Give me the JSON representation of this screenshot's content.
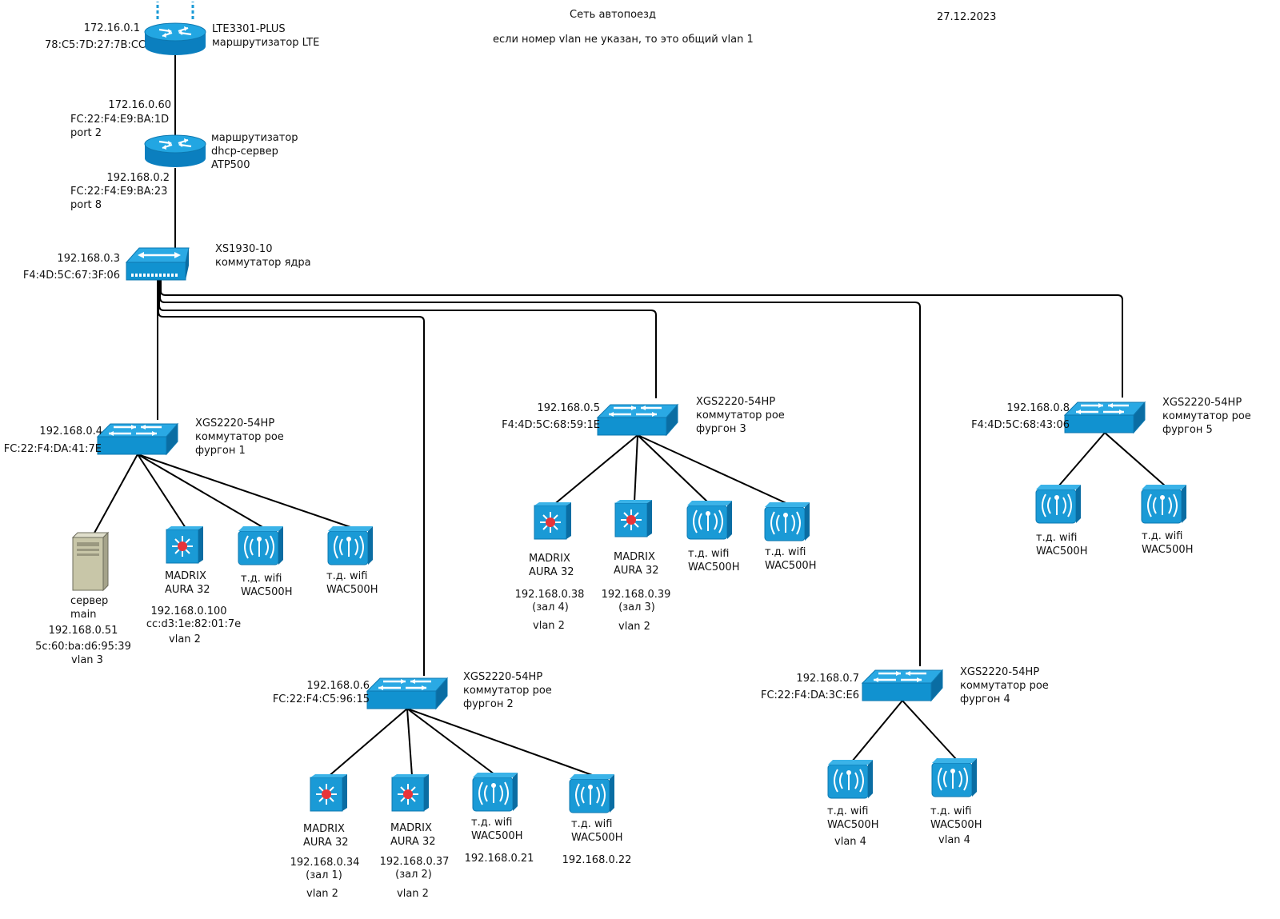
{
  "header": {
    "title": "Сеть автопоезд",
    "note": "если номер vlan не указан, то это общий vlan 1",
    "date": "27.12.2023"
  },
  "lte": {
    "ip": "172.16.0.1",
    "mac": "78:C5:7D:27:7B:CC",
    "model": "LTE3301-PLUS",
    "role": "маршрутизатор LTE"
  },
  "router_up": {
    "ip": "172.16.0.60",
    "mac": "FC:22:F4:E9:BA:1D",
    "port": "port 2"
  },
  "router": {
    "role": "маршрутизатор",
    "service": "dhcp-сервер",
    "model": "ATP500"
  },
  "router_down": {
    "ip": "192.168.0.2",
    "mac": "FC:22:F4:E9:BA:23",
    "port": "port 8"
  },
  "core": {
    "ip": "192.168.0.3",
    "mac": "F4:4D:5C:67:3F:06",
    "model": "XS1930-10",
    "role": "коммутатор ядра"
  },
  "sw1": {
    "ip": "192.168.0.4",
    "mac": "FC:22:F4:DA:41:7E",
    "model": "XGS2220-54HP",
    "role": "коммутатор рое",
    "van": "фургон 1"
  },
  "sw2": {
    "ip": "192.168.0.6",
    "mac": "FC:22:F4:C5:96:15",
    "model": "XGS2220-54HP",
    "role": "коммутатор рое",
    "van": "фургон 2"
  },
  "sw3": {
    "ip": "192.168.0.5",
    "mac": "F4:4D:5C:68:59:1E",
    "model": "XGS2220-54HP",
    "role": "коммутатор рое",
    "van": "фургон 3"
  },
  "sw4": {
    "ip": "192.168.0.7",
    "mac": "FC:22:F4:DA:3C:E6",
    "model": "XGS2220-54HP",
    "role": "коммутатор рое",
    "van": "фургон 4"
  },
  "sw5": {
    "ip": "192.168.0.8",
    "mac": "F4:4D:5C:68:43:06",
    "model": "XGS2220-54HP",
    "role": "коммутатор рое",
    "van": "фургон 5"
  },
  "server": {
    "name1": "сервер",
    "name2": "main",
    "ip": "192.168.0.51",
    "mac": "5c:60:ba:d6:95:39",
    "vlan": "vlan 3"
  },
  "madrix": {
    "name": "MADRIX",
    "model": "AURA 32"
  },
  "wifi": {
    "name": "т.д. wifi",
    "model": "WAC500H"
  },
  "mx1": {
    "ip": "192.168.0.100",
    "mac": "cc:d3:1e:82:01:7e",
    "vlan": "vlan 2"
  },
  "mx2a": {
    "ip": "192.168.0.34",
    "hall": "(зал 1)",
    "vlan": "vlan 2"
  },
  "mx2b": {
    "ip": "192.168.0.37",
    "hall": "(зал 2)",
    "vlan": "vlan 2"
  },
  "mx3a": {
    "ip": "192.168.0.38",
    "hall": "(зал 4)",
    "vlan": "vlan 2"
  },
  "mx3b": {
    "ip": "192.168.0.39",
    "hall": "(зал 3)",
    "vlan": "vlan 2"
  },
  "ap2a": {
    "ip": "192.168.0.21"
  },
  "ap2b": {
    "ip": "192.168.0.22"
  },
  "ap4": {
    "vlan": "vlan 4"
  },
  "colors": {
    "device_blue": "#1a9ad6",
    "device_dark": "#0b6fa5",
    "server_beige": "#c8c6a8",
    "madrix_red": "#e8343a"
  }
}
